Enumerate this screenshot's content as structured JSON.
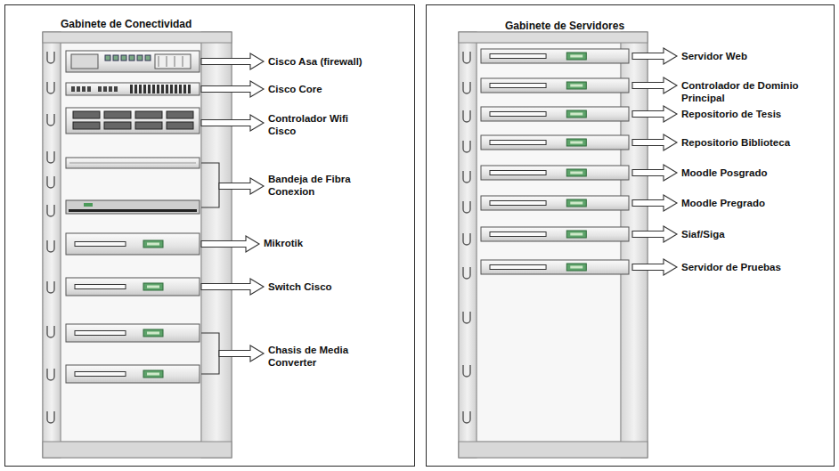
{
  "diagram": {
    "nodes": [
      {
        "text": [
          "Gabinete de Conectividad"
        ]
      },
      {
        "text": [
          "Gabinete de Servidores"
        ]
      }
    ],
    "labels": [
      "Cisco Asa (firewall)",
      "Cisco Core",
      "Controlador Wifi Cisco",
      "Bandeja de Fibra Conexion",
      "Mikrotik",
      "Switch Cisco",
      "Chasis de Media Converter",
      "Servidor Web",
      "Controlador de Dominio Principal",
      "Repositorio de Tesis",
      "Repositorio Biblioteca",
      "Moodle Posgrado",
      "Moodle Pregrado",
      "Siaf/Siga",
      "Servidor de Pruebas"
    ]
  }
}
